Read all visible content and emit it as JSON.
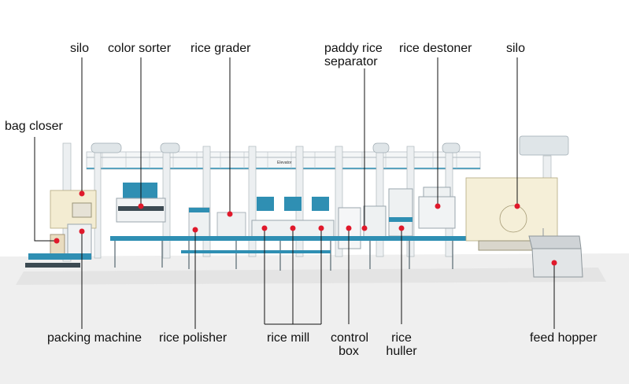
{
  "labels": {
    "silo_left": "silo",
    "color_sorter": "color sorter",
    "rice_grader": "rice grader",
    "paddy_sep_1": "paddy rice",
    "paddy_sep_2": "separator",
    "rice_destoner": "rice destoner",
    "silo_right": "silo",
    "bag_closer": "bag closer",
    "packing_machine": "packing machine",
    "rice_polisher": "rice polisher",
    "rice_mill": "rice mill",
    "control_box_1": "control",
    "control_box_2": "box",
    "rice_huller_1": "rice",
    "rice_huller_2": "huller",
    "feed_hopper": "feed hopper"
  },
  "brand": "Elevator",
  "colors": {
    "accent": "#2f8fb3",
    "marker": "#e0192b",
    "line": "#111111",
    "machine": "#e9ecee",
    "floor": "#eeeeee"
  }
}
